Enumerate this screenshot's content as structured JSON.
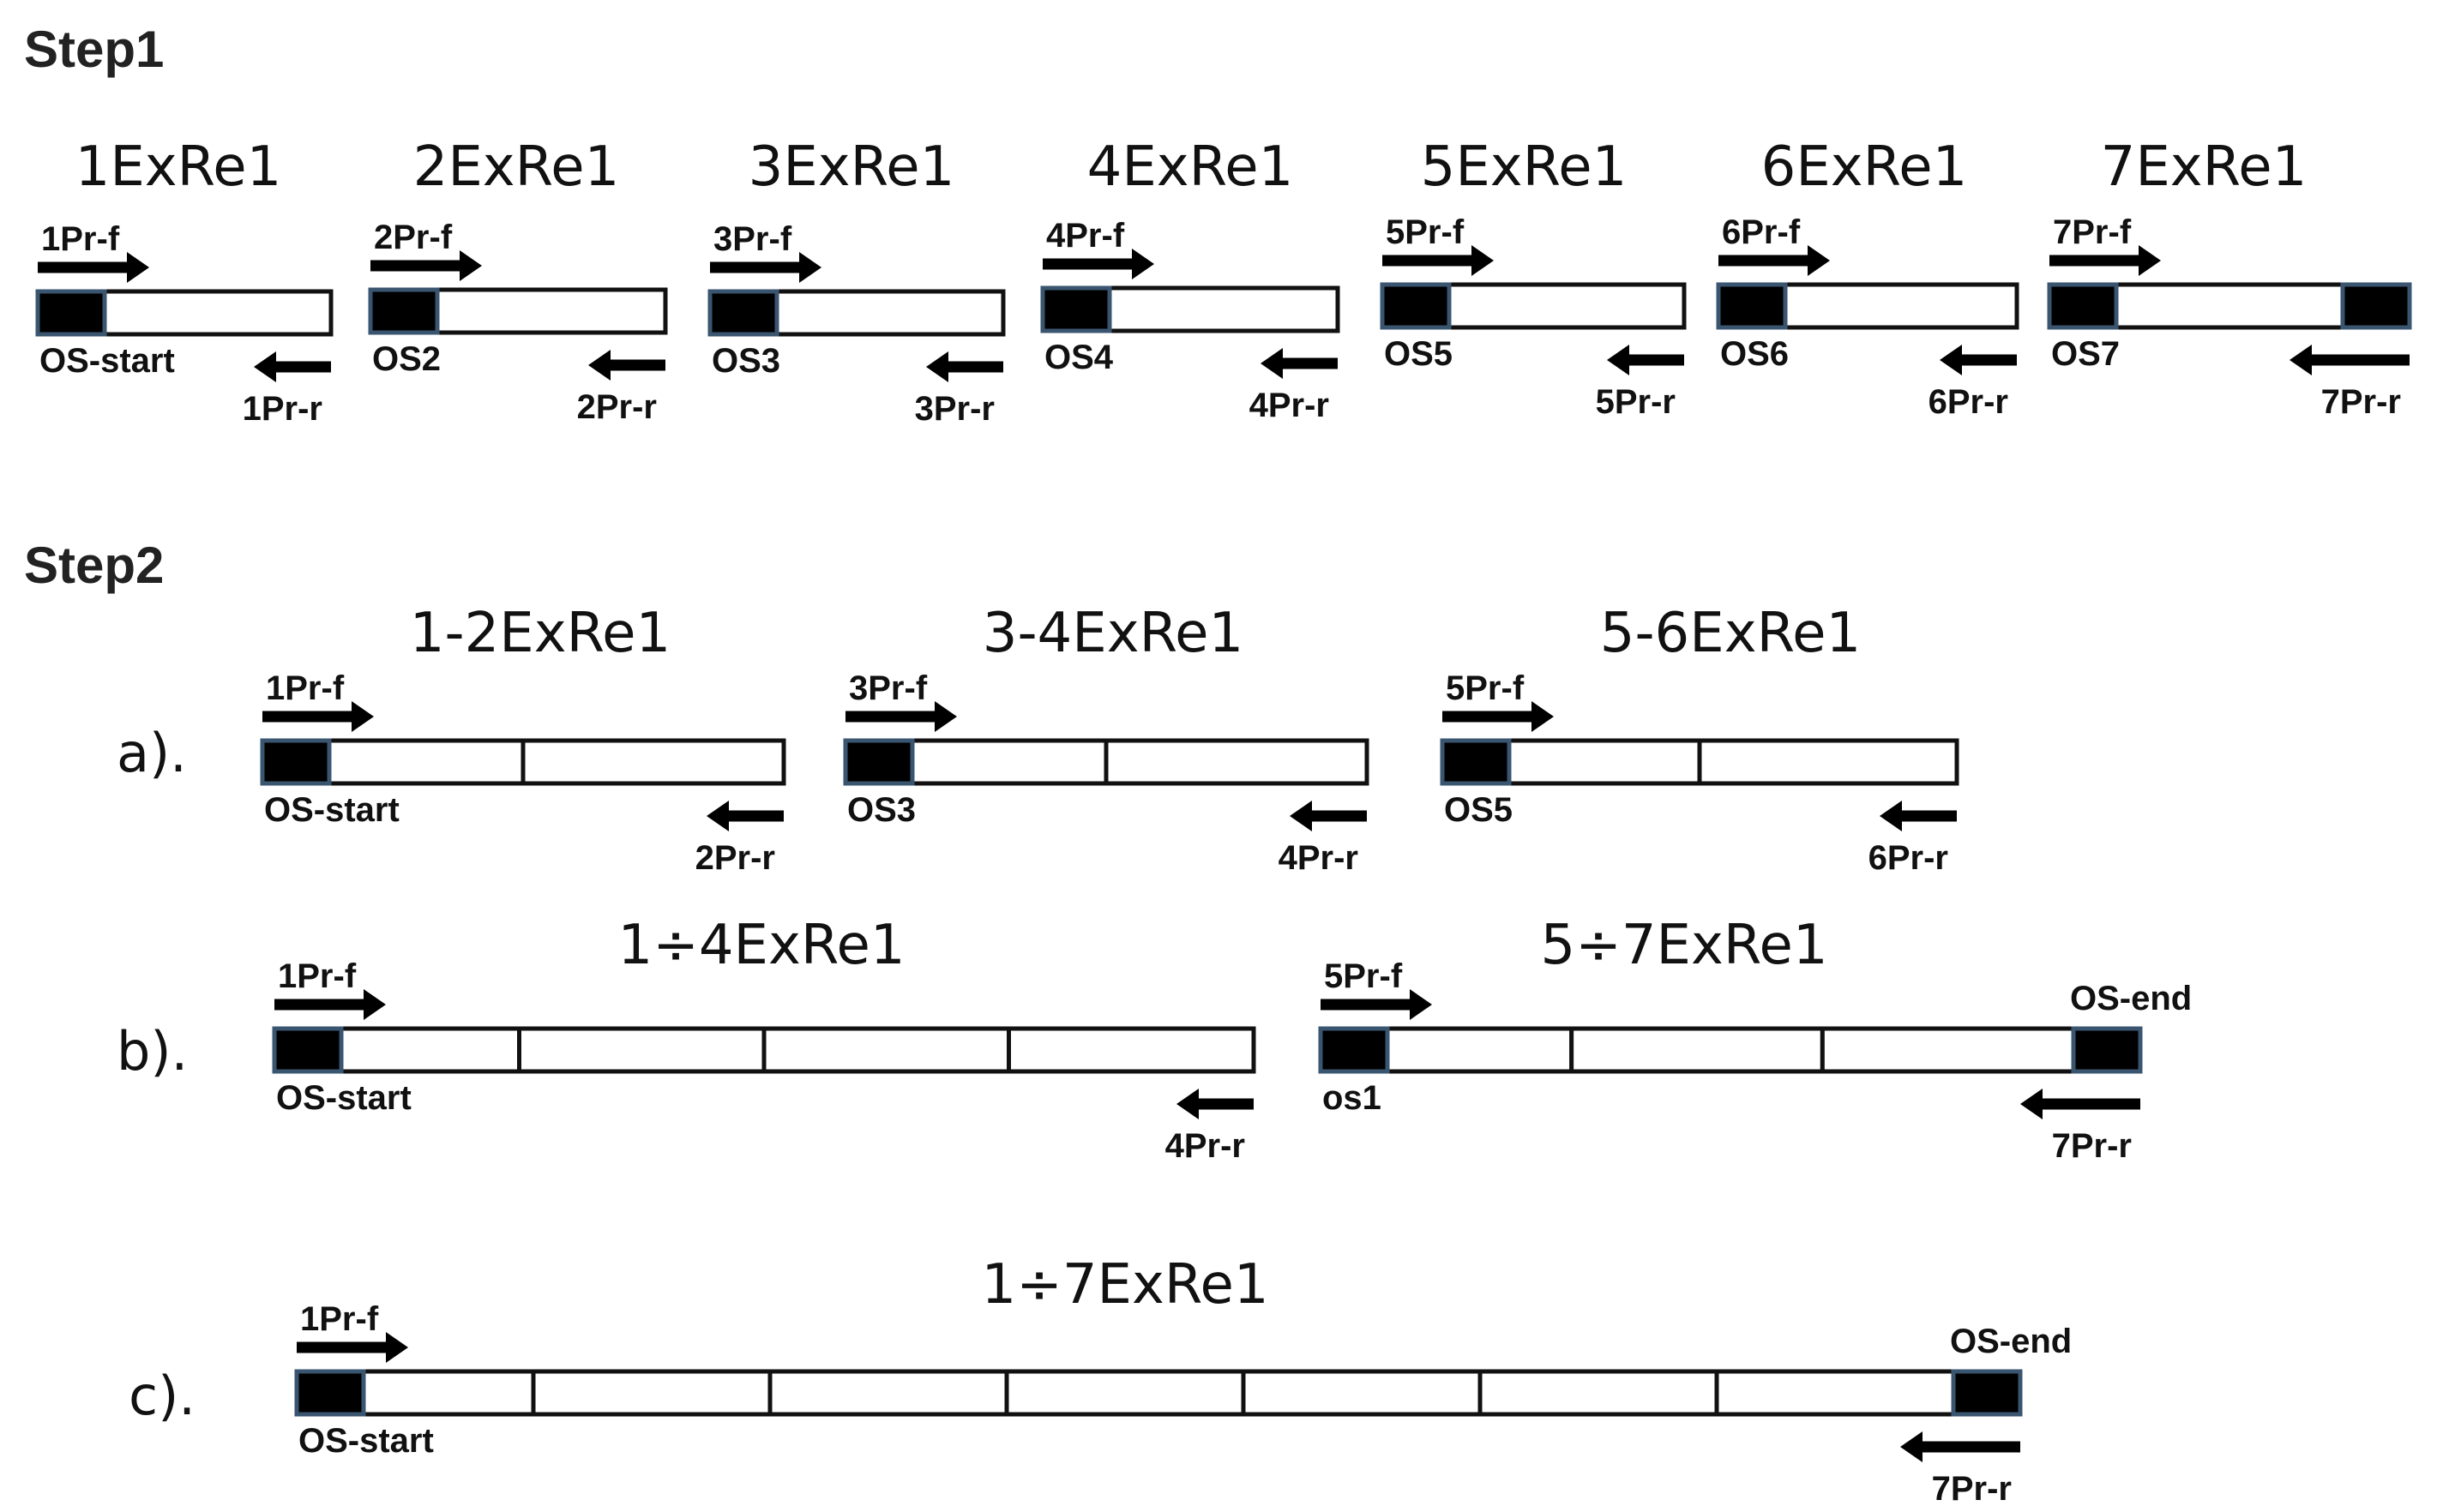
{
  "colors": {
    "os_block": "#000000",
    "os_border": "#3a5570",
    "segment_fill": "#ffffff",
    "arrow": "#000000"
  },
  "step1": {
    "label": "Step1",
    "constructs": [
      {
        "title": "1ExRe1",
        "fwd": "1Pr-f",
        "rev": "1Pr-r",
        "os": "OS-start",
        "end_block": false
      },
      {
        "title": "2ExRe1",
        "fwd": "2Pr-f",
        "rev": "2Pr-r",
        "os": "OS2",
        "end_block": false
      },
      {
        "title": "3ExRe1",
        "fwd": "3Pr-f",
        "rev": "3Pr-r",
        "os": "OS3",
        "end_block": false
      },
      {
        "title": "4ExRe1",
        "fwd": "4Pr-f",
        "rev": "4Pr-r",
        "os": "OS4",
        "end_block": false
      },
      {
        "title": "5ExRe1",
        "fwd": "5Pr-f",
        "rev": "5Pr-r",
        "os": "OS5",
        "end_block": false
      },
      {
        "title": "6ExRe1",
        "fwd": "6Pr-f",
        "rev": "6Pr-r",
        "os": "OS6",
        "end_block": false
      },
      {
        "title": "7ExRe1",
        "fwd": "7Pr-f",
        "rev": "7Pr-r",
        "os": "OS7",
        "end_block": true
      }
    ]
  },
  "step2": {
    "label": "Step2",
    "row_a": {
      "label": "a).",
      "constructs": [
        {
          "title": "1-2ExRe1",
          "fwd": "1Pr-f",
          "rev": "2Pr-r",
          "os": "OS-start",
          "segments": 2,
          "end_block": false
        },
        {
          "title": "3-4ExRe1",
          "fwd": "3Pr-f",
          "rev": "4Pr-r",
          "os": "OS3",
          "segments": 2,
          "end_block": false
        },
        {
          "title": "5-6ExRe1",
          "fwd": "5Pr-f",
          "rev": "6Pr-r",
          "os": "OS5",
          "segments": 2,
          "end_block": false
        }
      ]
    },
    "row_b": {
      "label": "b).",
      "constructs": [
        {
          "title": "1÷4ExRe1",
          "fwd": "1Pr-f",
          "rev": "4Pr-r",
          "os": "OS-start",
          "segments": 4,
          "end_block": false
        },
        {
          "title": "5÷7ExRe1",
          "fwd": "5Pr-f",
          "rev": "7Pr-r",
          "os": "os1",
          "end_label": "OS-end",
          "segments": 3,
          "end_block": true
        }
      ]
    },
    "row_c": {
      "label": "c).",
      "constructs": [
        {
          "title": "1÷7ExRe1",
          "fwd": "1Pr-f",
          "rev": "7Pr-r",
          "os": "OS-start",
          "end_label": "OS-end",
          "segments": 7,
          "end_block": true
        }
      ]
    }
  }
}
